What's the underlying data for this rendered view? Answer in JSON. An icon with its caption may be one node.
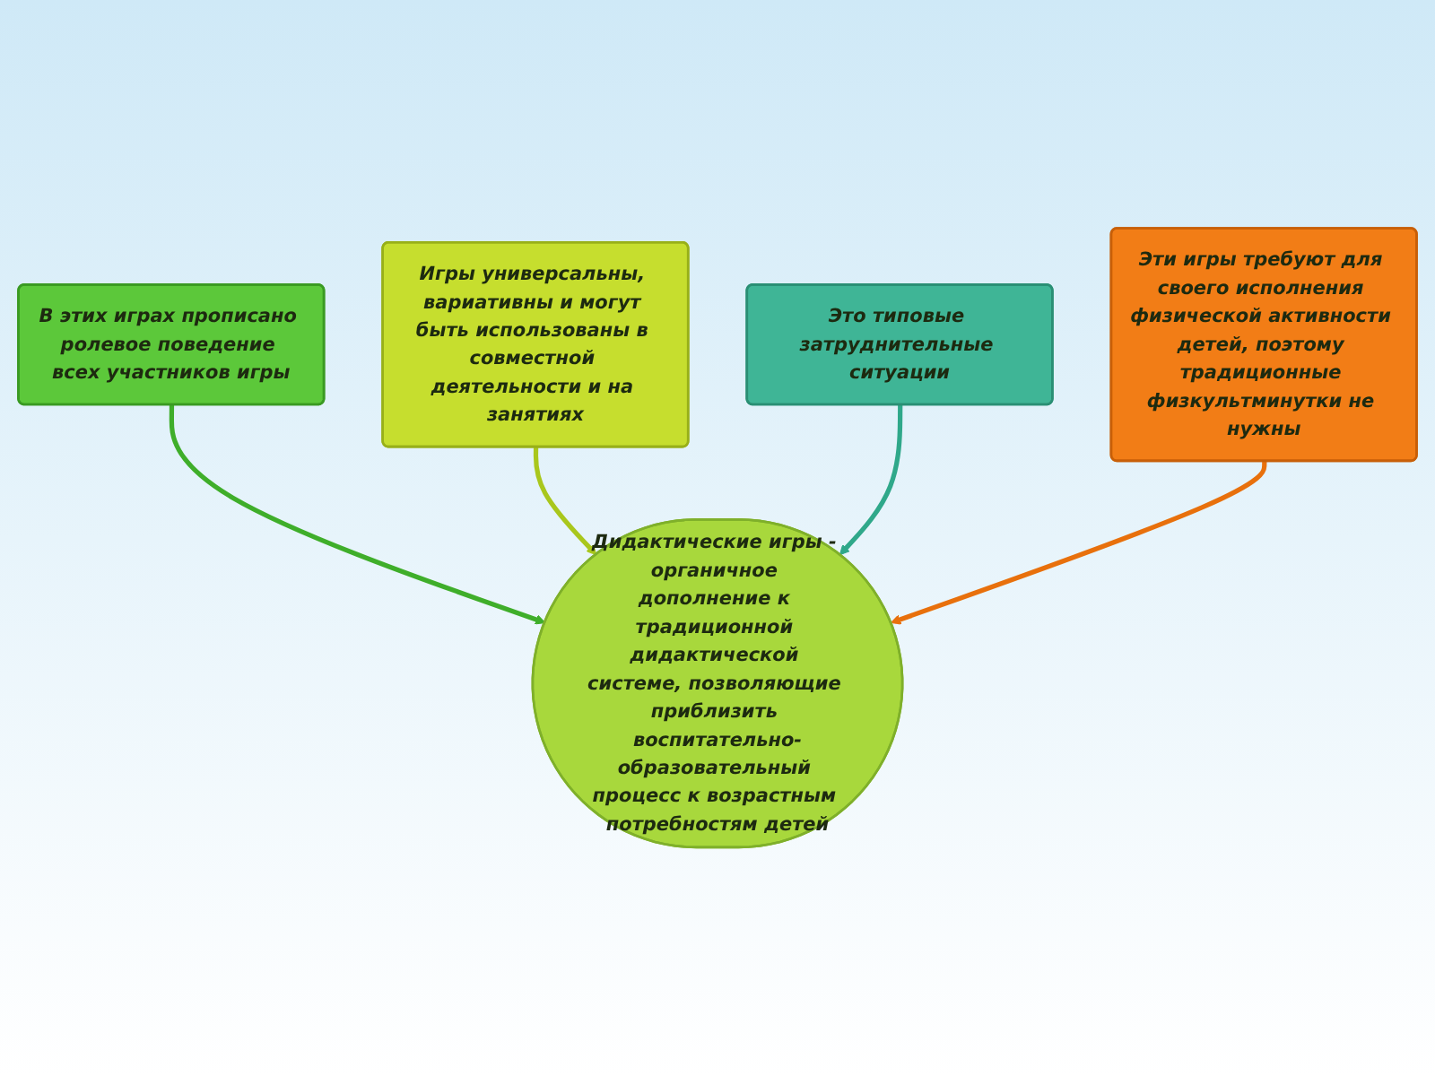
{
  "diagram": {
    "nodes": [
      {
        "text": [
          "В этих играх прописано ролевое поведение всех участников игры"
        ]
      },
      {
        "text": [
          "Игры универсальны, вариативны и могут быть использованы в совместной деятельности и на занятиях"
        ]
      },
      {
        "text": [
          "Дидактические игры - органичное дополнение к традиционной дидактической системе, позволяющие приблизить воспитательно-образовательный процесс к возрастным потребностям детей"
        ]
      },
      {
        "text": [
          "Это типовые затруднительные ситуации"
        ]
      },
      {
        "text": [
          "Эти игры требуют для своего исполнения физической активности детей, поэтому традиционные физкультминутки не нужны"
        ]
      }
    ],
    "edges": [
      {
        "from": 0,
        "to": 2,
        "arrow": "to",
        "color": "#3fae2a"
      },
      {
        "from": 1,
        "to": 2,
        "arrow": "to",
        "color": "#a9c71c"
      },
      {
        "from": 3,
        "to": 2,
        "arrow": "to",
        "color": "#2fa88a"
      },
      {
        "from": 4,
        "to": 2,
        "arrow": "to",
        "color": "#e8700c"
      }
    ]
  }
}
